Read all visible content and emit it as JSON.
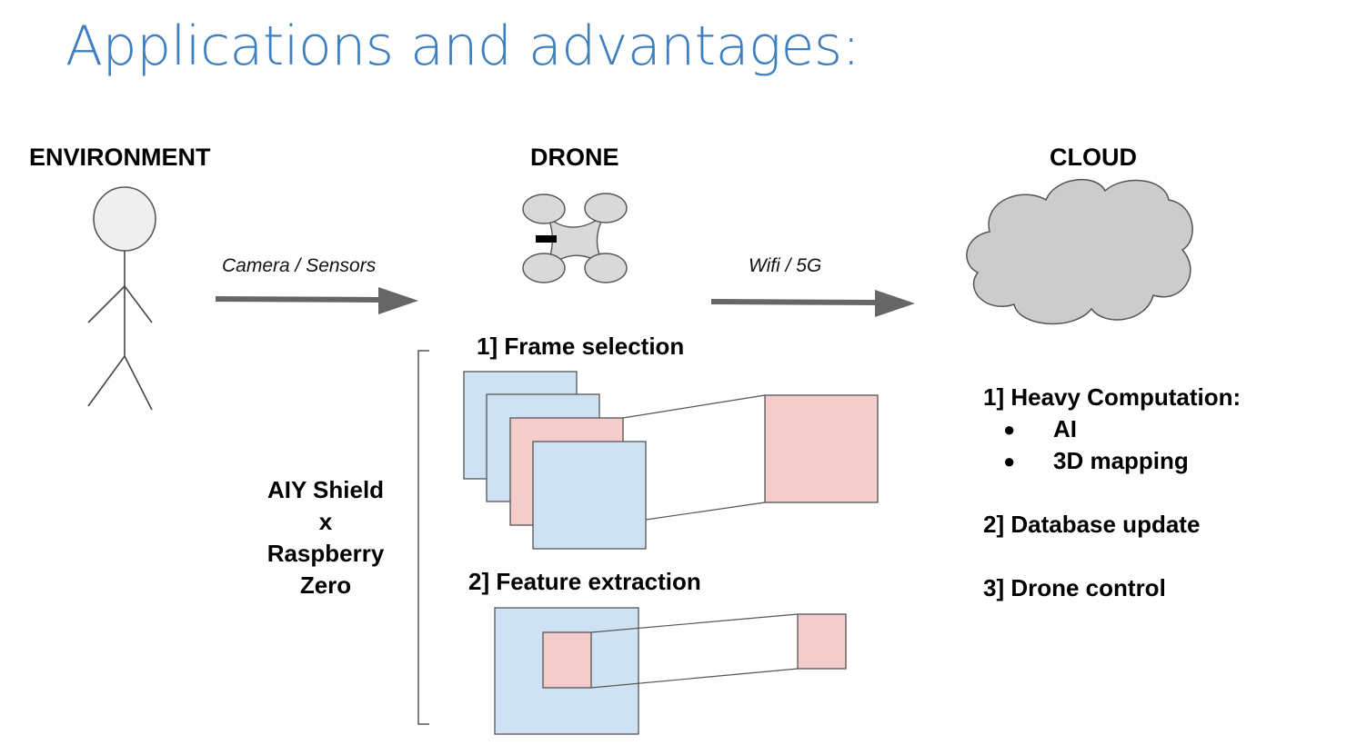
{
  "slide": {
    "title": "Applications and advantages:"
  },
  "columns": {
    "environment": "ENVIRONMENT",
    "drone": "DRONE",
    "cloud": "CLOUD"
  },
  "links": {
    "env_to_drone": "Camera / Sensors",
    "drone_to_cloud": "Wifi / 5G"
  },
  "drone_steps": {
    "frame_selection": "1] Frame selection",
    "feature_extraction": "2] Feature extraction"
  },
  "hardware": {
    "line1": "AIY Shield",
    "line2": "x",
    "line3": "Raspberry",
    "line4": "Zero"
  },
  "cloud_tasks": {
    "heavy": "1] Heavy Computation:",
    "heavy_items": [
      "AI",
      "3D mapping"
    ],
    "database": "2] Database update",
    "control": "3] Drone control"
  },
  "icons": {
    "person": "stick-figure-icon",
    "drone": "quadcopter-icon",
    "cloud": "cloud-icon"
  },
  "colors": {
    "title": "#3d7fbf",
    "blue_frame": "#cfe2f3",
    "pink_frame": "#f4cccc",
    "arrow": "#666666",
    "icon_fill": "#d9d9d9",
    "cloud_fill": "#cccccc"
  }
}
